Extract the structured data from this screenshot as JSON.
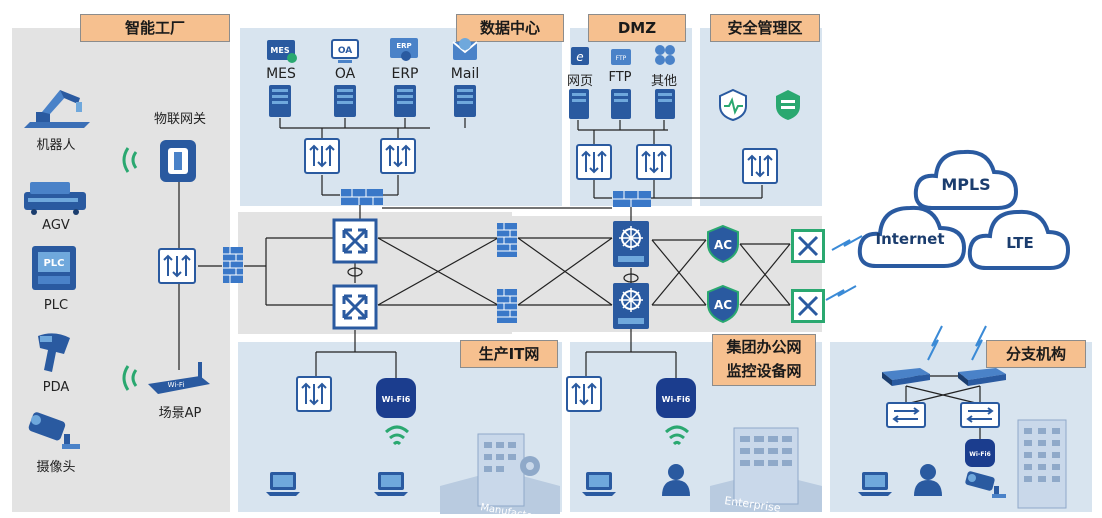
{
  "zones": {
    "factory": "智能工厂",
    "datacenter": "数据中心",
    "dmz": "DMZ",
    "security": "安全管理区",
    "production_it": "生产IT网",
    "group_office": "集团办公网",
    "monitoring": "监控设备网",
    "branch": "分支机构"
  },
  "factory_devices": {
    "robot": "机器人",
    "agv": "AGV",
    "plc": "PLC",
    "plc_icon_text": "PLC",
    "pda": "PDA",
    "camera": "摄像头",
    "iot_gateway": "物联网关",
    "scene_ap": "场景AP",
    "wifi_badge": "Wi-Fi"
  },
  "datacenter_apps": {
    "mes": "MES",
    "oa": "OA",
    "erp": "ERP",
    "mail": "Mail"
  },
  "dmz_apps": {
    "web": "网页",
    "ftp": "FTP",
    "other": "其他"
  },
  "wan": {
    "mpls": "MPLS",
    "internet": "Internet",
    "lte": "LTE"
  },
  "ac_labels": {
    "ac1": "AC",
    "ac2": "AC"
  },
  "wifi6": {
    "production": "Wi-Fi6",
    "office": "Wi-Fi6",
    "branch": "Wi-Fi6"
  },
  "building_labels": {
    "manufactory": "Manufactory",
    "enterprise": "Enterprise"
  }
}
